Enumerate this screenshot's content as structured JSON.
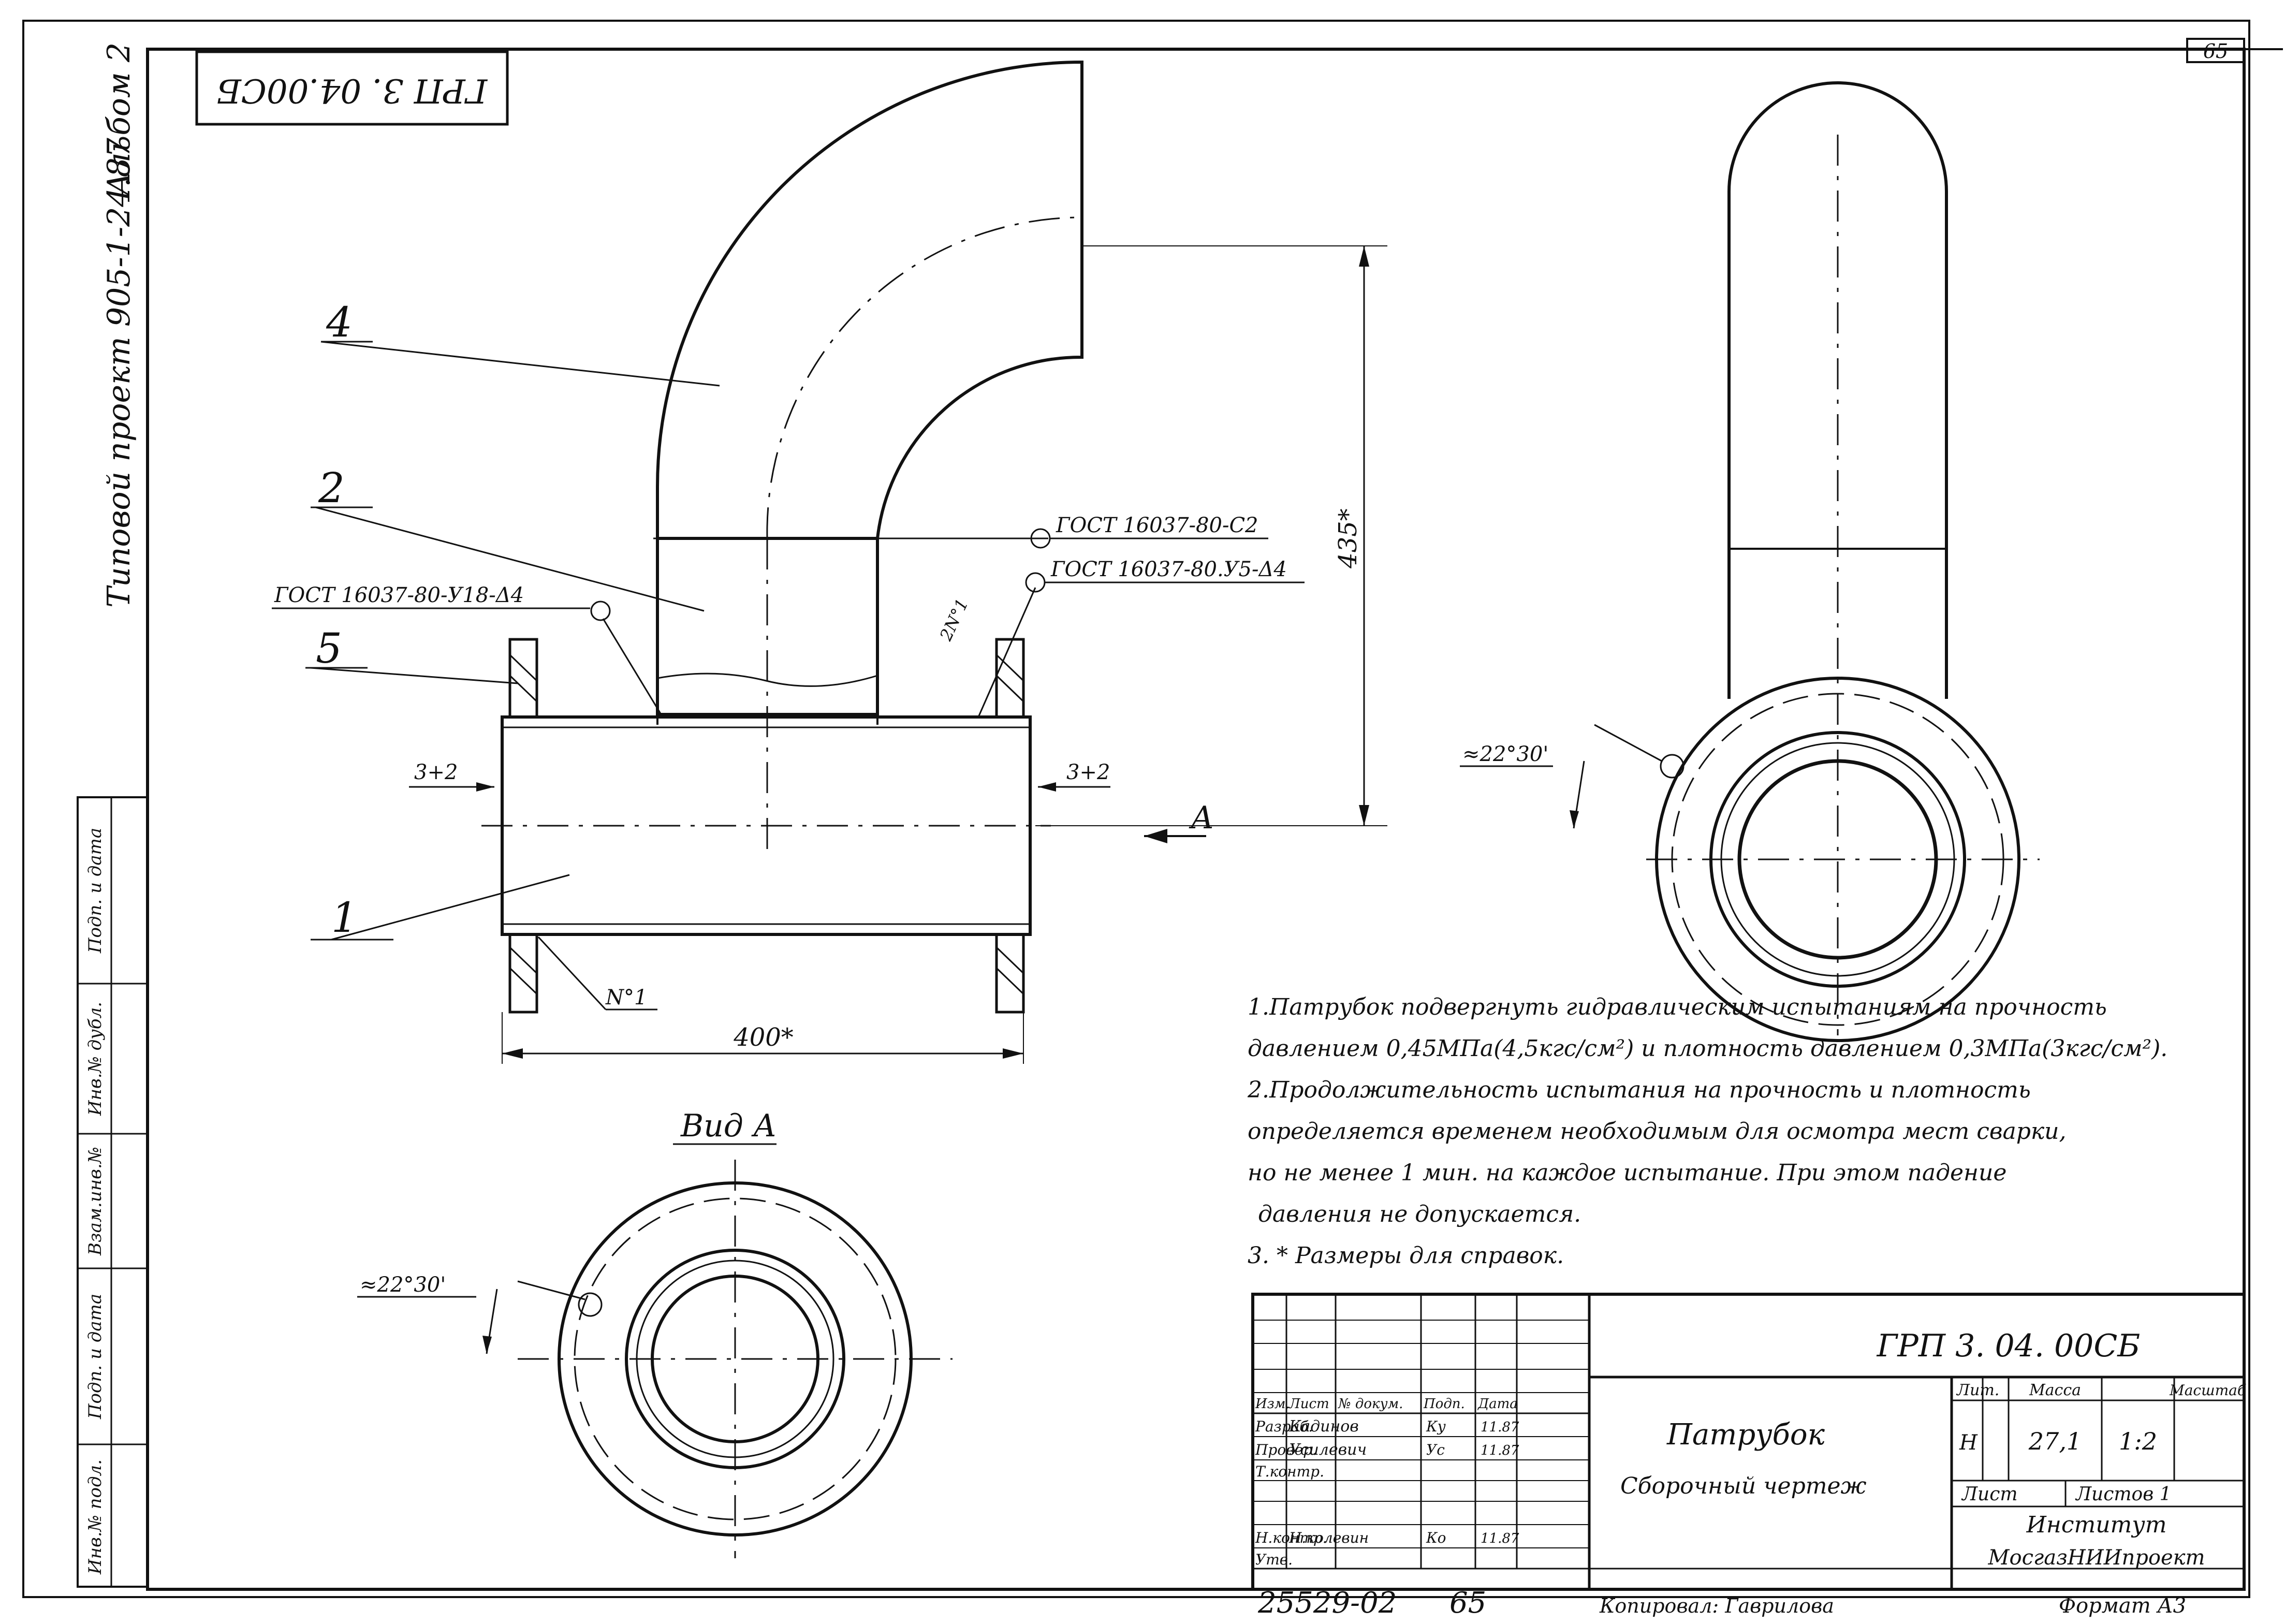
{
  "sheet": {
    "page_number": "65",
    "code_rotated": "ГРП 3. 04.00СБ",
    "album": "Альбом 2",
    "project": "Типовой проект 905-1-24.87"
  },
  "callouts": {
    "pos1": "1",
    "pos2": "2",
    "pos4": "4",
    "pos5": "5"
  },
  "welds": {
    "top_right": "ГОСТ 16037-80-С2",
    "mid_right": "ГОСТ 16037-80.У5-Δ4",
    "left": "ГОСТ 16037-80-У18-Δ4",
    "mark_left": "2N°1",
    "mark_bottom": "N°1"
  },
  "dims": {
    "height": "435*",
    "length": "400*",
    "gap_left": "3+2",
    "gap_right": "3+2",
    "angle_right": "≈22°30'",
    "angle_bottom": "≈22°30'"
  },
  "views": {
    "arrow_label": "А",
    "view_label": "Вид А"
  },
  "notes": [
    "1.Патрубок подвергнуть гидравлическим испытаниям на прочность",
    "давлением 0,45МПа(4,5кгс/см²) и плотность давлением 0,3МПа(3кгс/см²).",
    "2.Продолжительность испытания на прочность и плотность",
    "определяется временем необходимым для осмотра мест сварки,",
    "но не менее 1 мин. на каждое испытание. При этом падение",
    "давления не допускается.",
    "3. * Размеры для справок."
  ],
  "side_stamp": [
    "Инв.№ подл.",
    "Подп. и дата",
    "Взам.инв.№",
    "Инв.№ дубл.",
    "Подп. и дата"
  ],
  "title_block": {
    "designation": "ГРП 3. 04. 00СБ",
    "name_line1": "Патрубок",
    "name_line2": "Сборочный чертеж",
    "head_lit": "Лит.",
    "head_mass": "Масса",
    "head_scale": "Масштаб",
    "lit": "Н",
    "mass": "27,1",
    "scale": "1:2",
    "sheet": "Лист",
    "sheets": "Листов 1",
    "org1": "Институт",
    "org2": "МосгазНИИпроект",
    "rows": [
      {
        "role": "Изм.",
        "name": "Лист",
        "doc": "№ докум.",
        "sig": "Подп.",
        "date": "Дата"
      },
      {
        "role": "Разраб.",
        "name": "Кадинов",
        "doc": "",
        "sig": "Ку",
        "date": "11.87"
      },
      {
        "role": "Провер.",
        "name": "Усилевич",
        "doc": "",
        "sig": "Ус",
        "date": "11.87"
      },
      {
        "role": "Т.контр.",
        "name": "",
        "doc": "",
        "sig": "",
        "date": ""
      },
      {
        "role": "Н.контр.",
        "name": "Н.колевин",
        "doc": "",
        "sig": "Ко",
        "date": "11.87"
      },
      {
        "role": "Утв.",
        "name": "",
        "doc": "",
        "sig": "",
        "date": ""
      }
    ]
  },
  "footer": {
    "number": "25529-02",
    "page": "65",
    "copied": "Копировал: Гаврилова",
    "format": "Формат А3"
  }
}
